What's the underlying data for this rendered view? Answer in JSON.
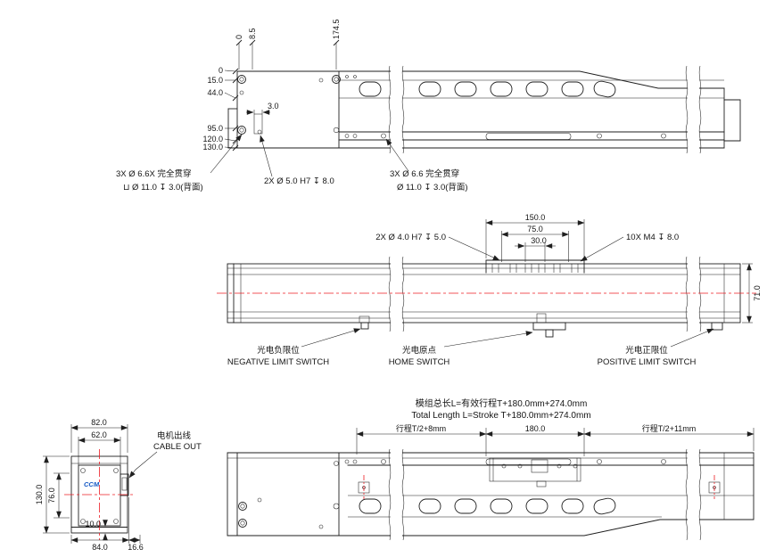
{
  "colors": {
    "line": "#1f1f1f",
    "red": "#ed1c24",
    "blue": "#1257c4",
    "background": "#ffffff"
  },
  "top_view": {
    "dims_horizontal": [
      "0",
      "8.5",
      "174.5"
    ],
    "dims_vertical": [
      "0",
      "15.0",
      "44.0",
      "95.0",
      "120.0",
      "130.0"
    ],
    "dim_offset": "3.0",
    "callout_counterbore_left": [
      "3X Ø 6.6X 完全贯穿",
      "⊔ Ø 11.0 ↧ 3.0(背面)"
    ],
    "callout_dowel": "2X Ø 5.0 H7 ↧ 8.0",
    "callout_counterbore_right": [
      "3X Ø 6.6 完全贯穿",
      "Ø 11.0 ↧ 3.0(背面)"
    ]
  },
  "side_view": {
    "dim_150": "150.0",
    "dim_75": "75.0",
    "dim_30": "30.0",
    "dim_height": "71.0",
    "callout_dowel": "2X Ø 4.0 H7 ↧ 5.0",
    "callout_thread": "10X  M4 ↧ 8.0",
    "switch_negative_zh": "光电负限位",
    "switch_negative_en": "NEGATIVE LIMIT SWITCH",
    "switch_home_zh": "光电原点",
    "switch_home_en": "HOME SWITCH",
    "switch_positive_zh": "光电正限位",
    "switch_positive_en": "POSITIVE LIMIT SWITCH"
  },
  "bottom_view": {
    "note_line1": "模组总长L=有效行程T+180.0mm+274.0mm",
    "note_line2": "Total Length L=Stroke T+180.0mm+274.0mm",
    "dim_stroke_left": "行程T/2+8mm",
    "dim_center": "180.0",
    "dim_stroke_right": "行程T/2+11mm"
  },
  "end_view": {
    "dim_width_outer": "82.0",
    "dim_width_motor": "62.0",
    "dim_height_motor": "76.0",
    "dim_height_outer": "130.0",
    "dim_base": "10.0",
    "dim_bottom_width": "84.0",
    "dim_cable": "16.6",
    "cable_label_zh": "电机出线",
    "cable_label_en": "CABLE OUT",
    "logo": "CCM"
  }
}
